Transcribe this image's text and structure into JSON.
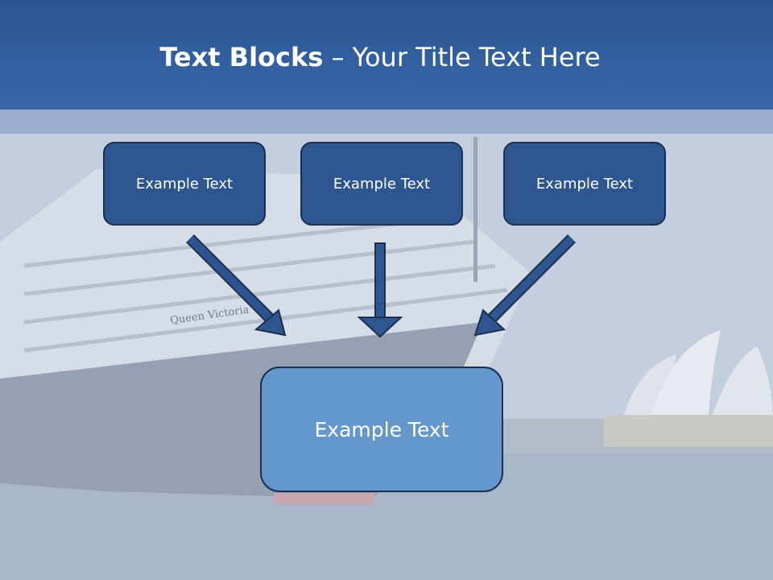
{
  "slide": {
    "title_bold": "Text Blocks",
    "title_dash": " – ",
    "title_rest": "Your Title Text Here",
    "background_label": "Queen Victoria"
  },
  "blocks": [
    {
      "label": "Example Text"
    },
    {
      "label": "Example Text"
    },
    {
      "label": "Example Text"
    }
  ],
  "target_block": {
    "label": "Example Text"
  },
  "colors": {
    "title_bar": "#2f5b9a",
    "block_fill": "#2d5691",
    "block_border": "#1b2f4f",
    "target_fill": "#6497cb",
    "arrow_fill": "#2d5691"
  }
}
